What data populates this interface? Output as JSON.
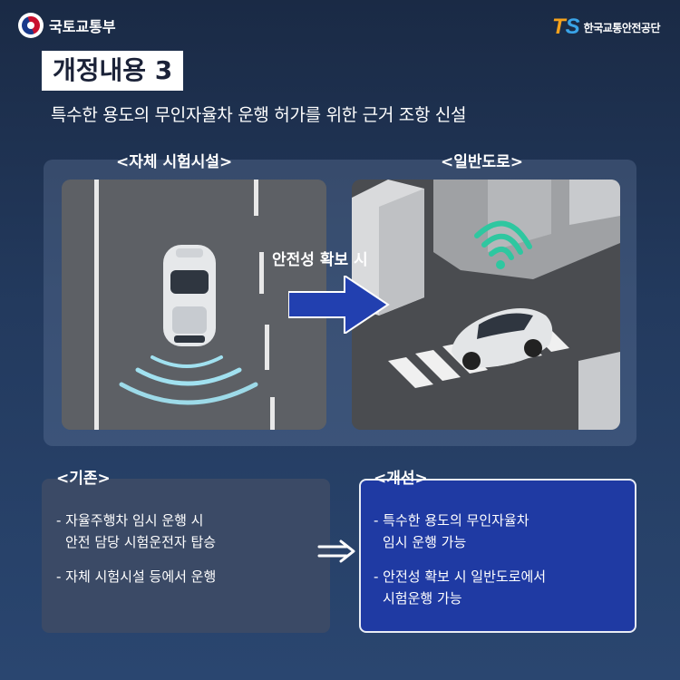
{
  "header": {
    "ministry": "국토교통부",
    "org_logo": "TS",
    "org_name": "한국교통안전공단"
  },
  "title": {
    "badge": "개정내용 3",
    "subtitle": "특수한 용도의 무인자율차 운행 허가를 위한 근거 조항 신설"
  },
  "scene": {
    "left_label": "<자체 시험시설>",
    "right_label": "<일반도로>",
    "arrow_label": "안전성 확보 시"
  },
  "compare": {
    "old_label": "<기존>",
    "old_items": [
      "- 자율주행차 임시 운행 시",
      "안전 담당 시험운전자 탑승",
      "- 자체 시험시설 등에서 운행"
    ],
    "new_label": "<개선>",
    "new_items": [
      "- 특수한 용도의 무인자율차",
      "임시 운행 가능",
      "- 안전성 확보 시 일반도로에서",
      "시험운행 가능"
    ]
  },
  "colors": {
    "background": "#233a5e",
    "old_box": "#3b4a66",
    "new_box": "#1f3aa3",
    "accent_arrow": "#2240b0",
    "ts_orange": "#f4a11c",
    "ts_blue": "#3aa4e8"
  }
}
